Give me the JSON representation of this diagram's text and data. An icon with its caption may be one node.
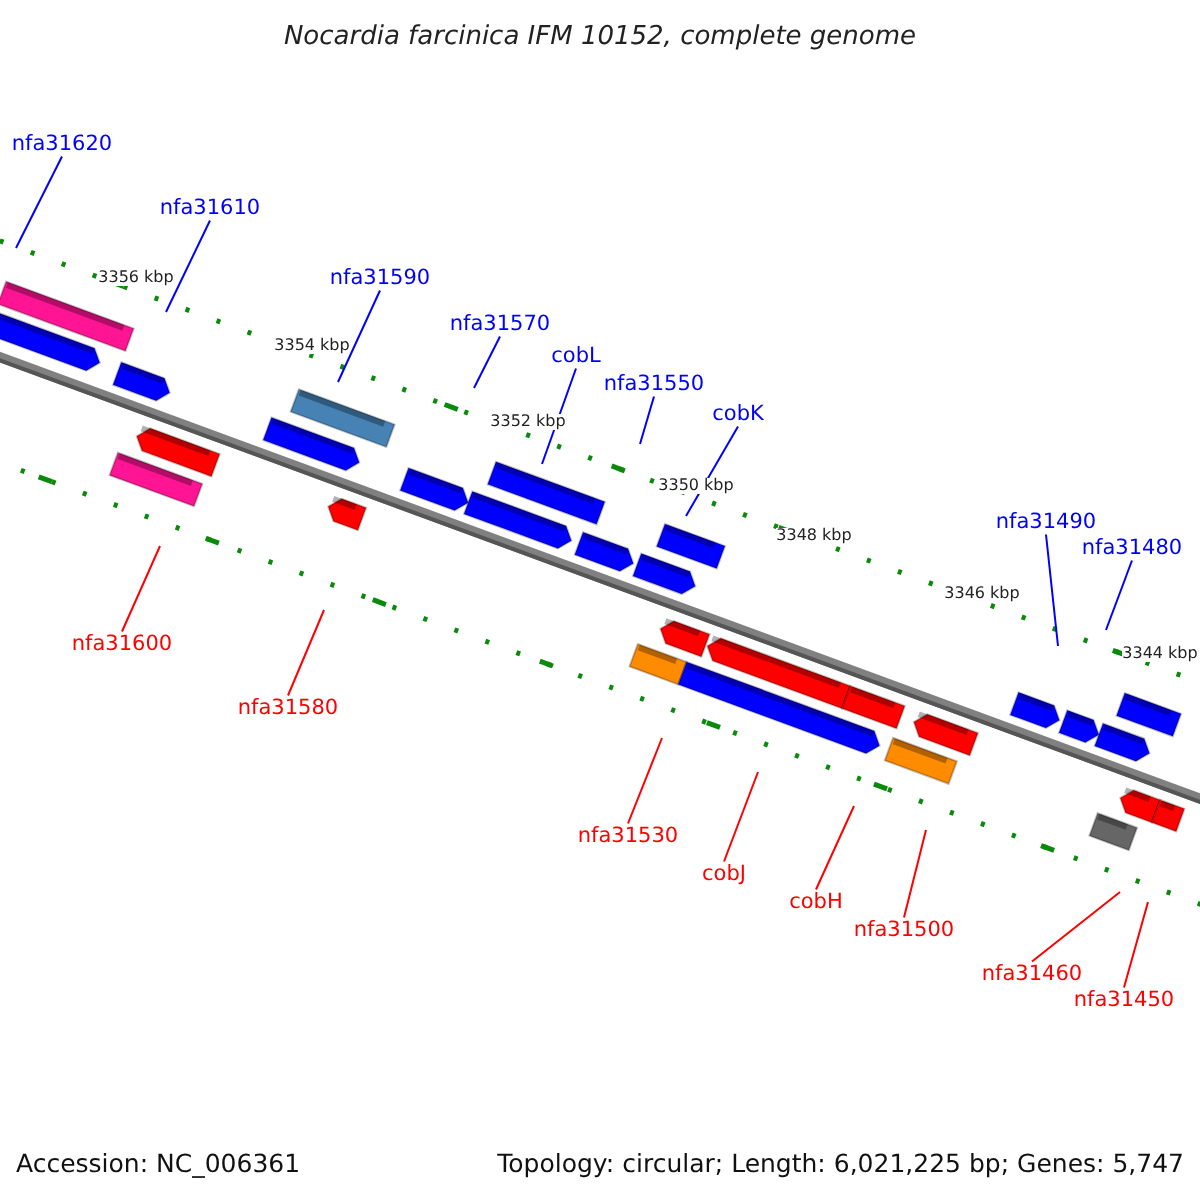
{
  "diagram": {
    "title": "Nocardia farcinica IFM 10152, complete genome",
    "nodes": [
      {
        "text": [
          "nfa31620"
        ]
      },
      {
        "text": [
          "nfa31610"
        ]
      },
      {
        "text": [
          "nfa31590"
        ]
      },
      {
        "text": [
          "nfa31570"
        ]
      },
      {
        "text": [
          "cobL"
        ]
      },
      {
        "text": [
          "nfa31550"
        ]
      },
      {
        "text": [
          "cobK"
        ]
      },
      {
        "text": [
          "nfa31490"
        ]
      },
      {
        "text": [
          "nfa31480"
        ]
      },
      {
        "text": [
          "nfa31600"
        ]
      },
      {
        "text": [
          "nfa31580"
        ]
      },
      {
        "text": [
          "nfa31530"
        ]
      },
      {
        "text": [
          "cobJ"
        ]
      },
      {
        "text": [
          "cobH"
        ]
      },
      {
        "text": [
          "nfa31500"
        ]
      },
      {
        "text": [
          "nfa31460"
        ]
      },
      {
        "text": [
          "nfa31450"
        ]
      }
    ],
    "edges": [
      {
        "from": 0,
        "to": null,
        "arrow": "none"
      },
      {
        "from": 1,
        "to": null,
        "arrow": "none"
      },
      {
        "from": 2,
        "to": null,
        "arrow": "none"
      },
      {
        "from": 3,
        "to": null,
        "arrow": "none"
      },
      {
        "from": 4,
        "to": null,
        "arrow": "none"
      },
      {
        "from": 5,
        "to": null,
        "arrow": "none"
      },
      {
        "from": 6,
        "to": null,
        "arrow": "none"
      },
      {
        "from": 7,
        "to": null,
        "arrow": "none"
      },
      {
        "from": 8,
        "to": null,
        "arrow": "none"
      },
      {
        "from": 9,
        "to": null,
        "arrow": "none",
        "color": "#ff0000"
      },
      {
        "from": 10,
        "to": null,
        "arrow": "none",
        "color": "#ff0000"
      },
      {
        "from": 11,
        "to": null,
        "arrow": "none",
        "color": "#ff0000"
      },
      {
        "from": 12,
        "to": null,
        "arrow": "none",
        "color": "#ff0000"
      },
      {
        "from": 13,
        "to": null,
        "arrow": "none",
        "color": "#ff0000"
      },
      {
        "from": 14,
        "to": null,
        "arrow": "none",
        "color": "#ff0000"
      },
      {
        "from": 15,
        "to": null,
        "arrow": "none",
        "color": "#ff0000"
      },
      {
        "from": 16,
        "to": null,
        "arrow": "none",
        "color": "#ff0000"
      }
    ],
    "labels": [
      "3356 kbp",
      "3354 kbp",
      "3352 kbp",
      "3350 kbp",
      "3348 kbp",
      "3346 kbp",
      "3344 kbp",
      "Accession: NC_006361",
      "Topology: circular; Length: 6,021,225 bp; Genes: 5,747"
    ]
  }
}
